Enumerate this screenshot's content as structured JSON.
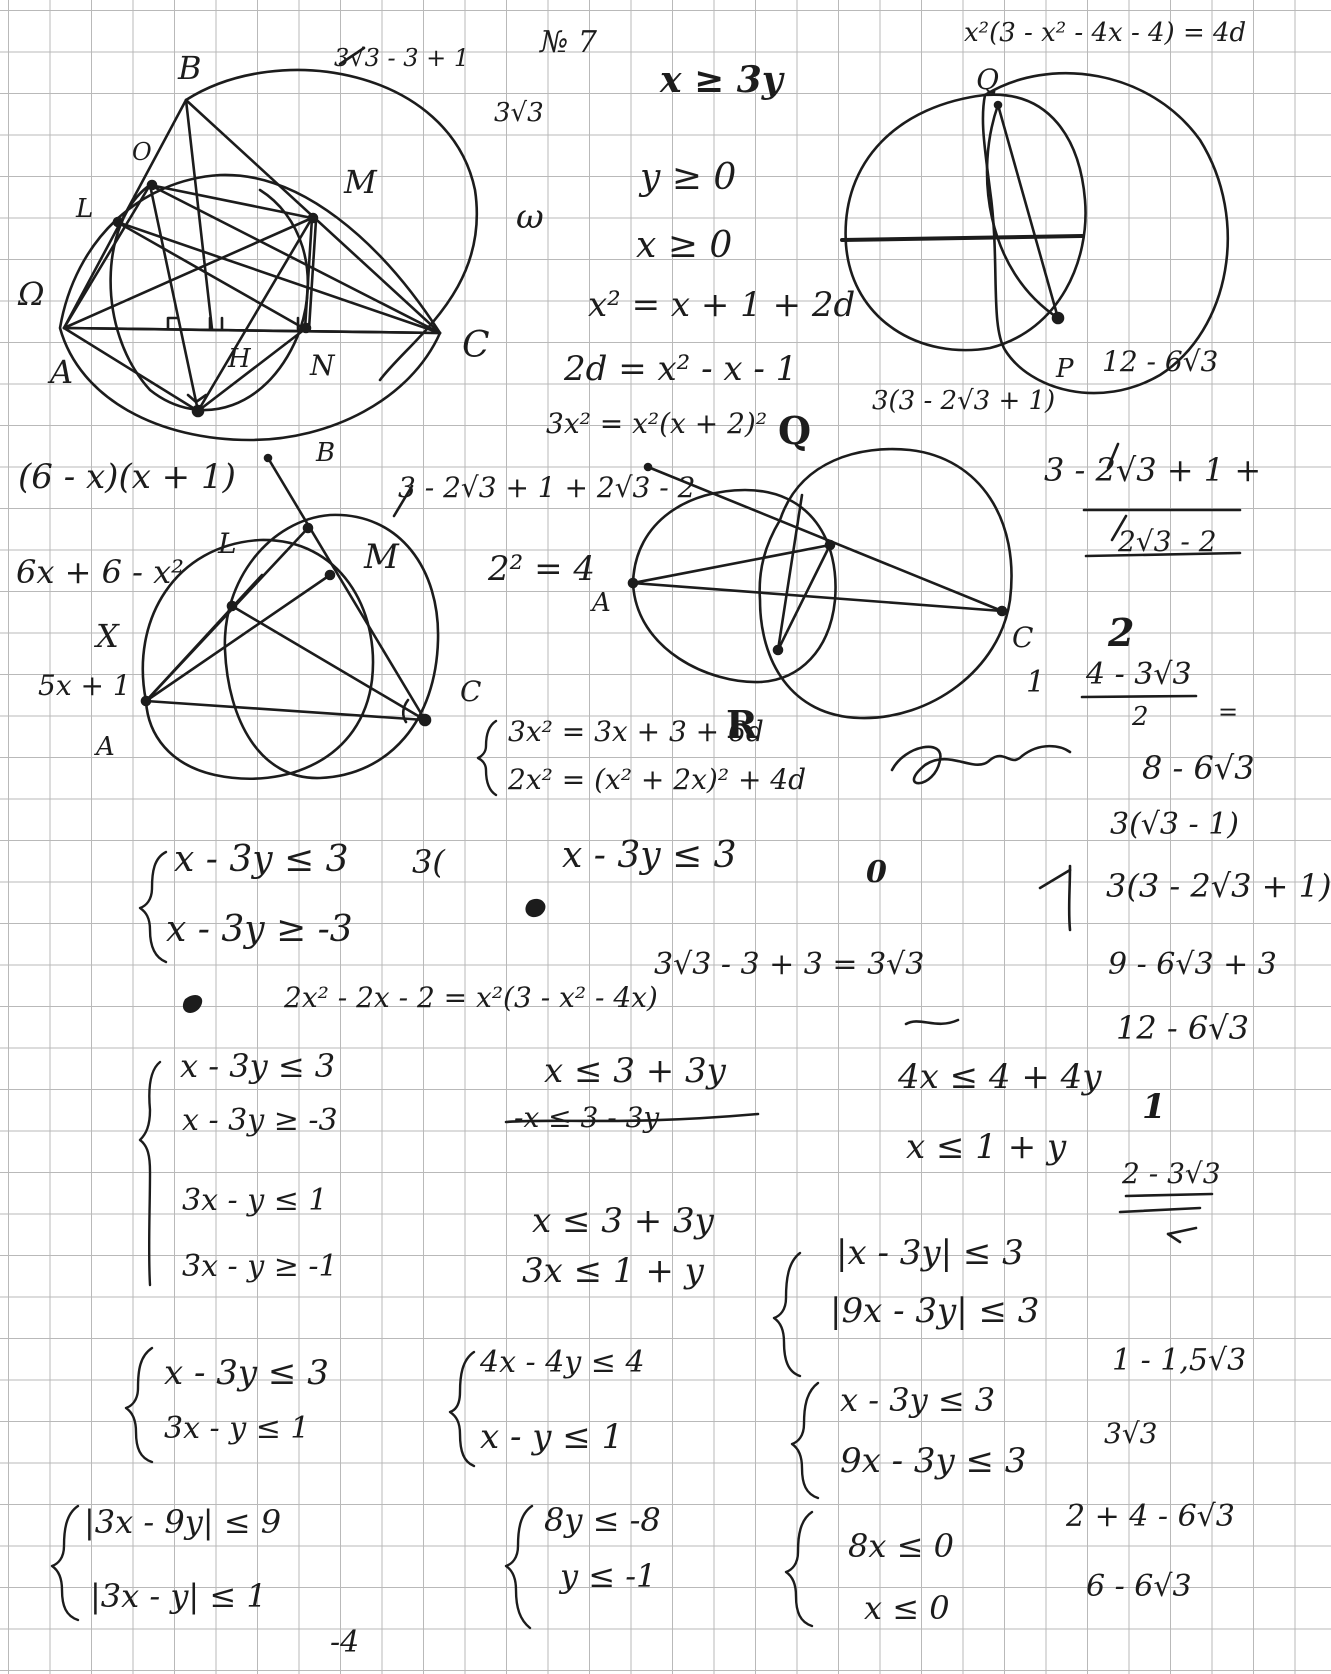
{
  "geometry_labels": {
    "B_top": "B",
    "O": "O",
    "M_top": "M",
    "A_top": "A",
    "H": "H",
    "N": "N",
    "C_top": "C",
    "L_top": "L",
    "Omega": "Ω",
    "B_mid": "B",
    "L_mid": "L",
    "M_mid": "M",
    "A_mid": "A",
    "C_mid": "C",
    "Q_right": "Q",
    "P_right": "P",
    "A_center": "A",
    "C_center": "C",
    "Q_center": "Q",
    "R_center": "R",
    "X_mid": "X"
  },
  "notes": {
    "n1": "3√3 - 3 + 1",
    "n2": "№ 7",
    "n3": "x ≥ 3y",
    "n4": "x²(3 - x² - 4x - 4) = 4d",
    "n5": "3√3",
    "n6": "y ≥ 0",
    "n7": "ω",
    "n8": "x ≥ 0",
    "n9": "x² = x + 1 + 2d",
    "n10": "2d = x² - x - 1",
    "n11": "3x² = x²(x + 2)²",
    "n12": "12 - 6√3",
    "n13": "3(3 - 2√3 + 1)",
    "n14": "(6 - x)(x + 1)",
    "n15": "3 - 2√3 + 1 + 2√3 - 2",
    "n16": "3 - 2√3 + 1 +",
    "n17": "6x + 6 - x²",
    "n18": "2² = 4",
    "n19": "2√3 - 2",
    "n20": "5x + 1",
    "n21": "2",
    "n22": "4 - 3√3",
    "n23": "2",
    "n24": "=",
    "n25": "3x² = 3x + 3 + 6d",
    "n26": "2x² = (x² + 2x)² + 4d",
    "n27": "8 - 6√3",
    "n28": "3(√3 - 1)",
    "n29": "x - 3y ≤ 3",
    "n30": "3(",
    "n31": "x - 3y ≤ 3",
    "n32": "0",
    "n33": "3(3 - 2√3 + 1)",
    "n34": "x - 3y ≥ -3",
    "n35": "2x² - 2x - 2 = x²(3 - x² - 4x)",
    "n36": "3√3 - 3 + 3 = 3√3",
    "n37": "~",
    "n38": "9 - 6√3 + 3",
    "n39": "12 - 6√3",
    "n40": "x - 3y ≤ 3",
    "n41": "x ≤ 3 + 3y",
    "n42": "4x ≤ 4 + 4y",
    "n43": "x - 3y ≥ -3",
    "n44": "-x ≤ 3 - 3y",
    "n45": "x ≤ 1 + y",
    "n46": "1",
    "n47": "2 - 3√3",
    "n48": "3x - y ≤ 1",
    "n49": "x ≤ 3 + 3y",
    "n50": "3x - y ≥ -1",
    "n51": "3x ≤ 1 + y",
    "n52": "|x - 3y| ≤ 3",
    "n53": "|9x - 3y| ≤ 3",
    "n54": "x - 3y ≤ 3",
    "n55": "4x - 4y ≤ 4",
    "n56": "1 - 1,5√3",
    "n57": "3x - y ≤ 1",
    "n58": "x - y ≤ 1",
    "n59": "x - 3y ≤ 3",
    "n60": "9x - 3y ≤ 3",
    "n61": "3√3",
    "n62": "|3x - 9y| ≤ 9",
    "n63": "8y ≤ -8",
    "n64": "8x ≤ 0",
    "n65": "2 + 4 - 6√3",
    "n66": "|3x - y| ≤ 1",
    "n67": "y ≤ -1",
    "n68": "x ≤ 0",
    "n69": "6 - 6√3",
    "n70": "-4",
    "n71": "1"
  },
  "colors": {
    "ink": "#1c1c1c",
    "grid": "#b9b9b9",
    "paper": "#ffffff"
  }
}
